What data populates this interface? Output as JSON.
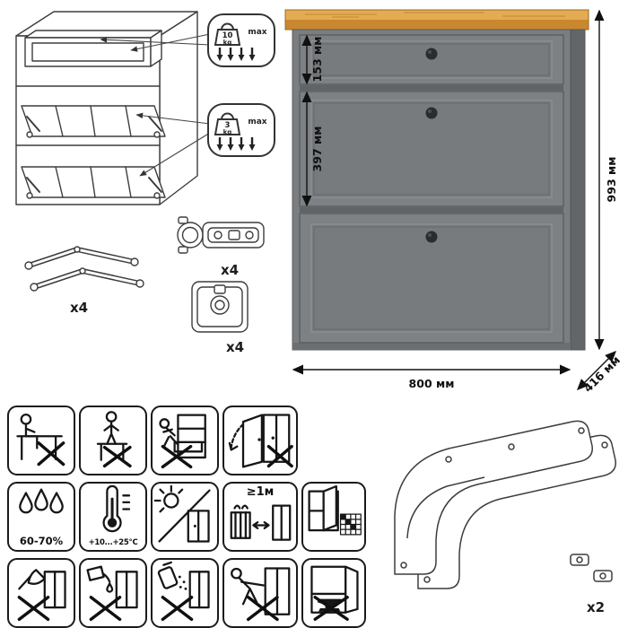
{
  "render": {
    "colors": {
      "wood_top": "#e4ac52",
      "wood_edge": "#c9882f",
      "body": "#7a7e81",
      "side": "#626669",
      "knob": "#2a2c2e"
    },
    "dimensions": {
      "total_height": "993 мм",
      "width": "800 мм",
      "depth": "416 мм",
      "drawer_height": "153 мм",
      "flap_height": "397 мм"
    }
  },
  "load_callouts": {
    "drawer": {
      "value": "10",
      "unit": "kg",
      "limit": "max"
    },
    "flap": {
      "value": "3",
      "unit": "kg",
      "limit": "max"
    }
  },
  "hardware": {
    "lid_stay_qty": "x4",
    "hinge_qty": "x4",
    "damper_plate_qty": "x4",
    "side_frame_qty": "x2"
  },
  "care_labels": {
    "humidity": "60-70%",
    "temperature": "+10...+25°С",
    "heater_distance": "≥1м"
  },
  "icons": {
    "no_sitting": "person-on-table-crossed",
    "no_standing": "person-standing-crossed",
    "no_climbing": "child-climbing-drawers-crossed",
    "door_swing_warning": "open-door-swing-arc-crossed",
    "humidity": "three-water-drops",
    "temperature": "thermometer",
    "no_direct_sunlight": "sun-diagonal-wardrobe",
    "heater_distance": "radiator-arrow-wardrobe",
    "ventilation": "open-window-grid",
    "no_sharp_tools": "axe-wardrobe-crossed",
    "no_spill": "pouring-glass-crossed",
    "no_chemicals": "spray-bottle-crossed",
    "no_moving_loaded": "person-pushing-wardrobe-crossed",
    "no_heavy_objects": "anvil-in-wardrobe-crossed"
  }
}
